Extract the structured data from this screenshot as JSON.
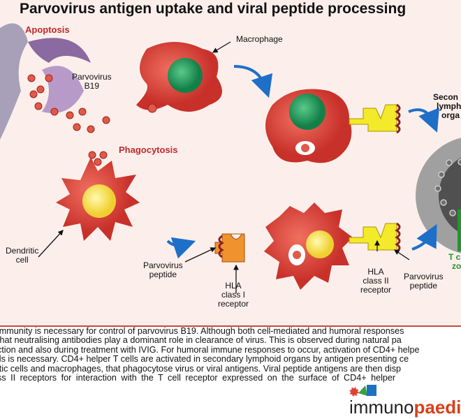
{
  "title": "Parvovirus antigen uptake and viral peptide processing",
  "labels": {
    "apoptosis": "Apoptosis",
    "parvovirus_b19": [
      "Parvovirus",
      "B19"
    ],
    "macrophage": "Macrophage",
    "phagocytosis": "Phagocytosis",
    "dendritic_cell": [
      "Dendritic",
      "cell"
    ],
    "peptide_left": [
      "Parvovirus",
      "peptide"
    ],
    "hla1": [
      "HLA",
      "class I",
      "receptor"
    ],
    "hla2": [
      "HLA",
      "class II",
      "receptor"
    ],
    "peptide_right": [
      "Parvovirus",
      "peptide"
    ],
    "lymphoid": [
      "Secon",
      "lymph",
      "orga"
    ],
    "tcell_zone": [
      "T c",
      "zo"
    ]
  },
  "description": [
    "immunity is necessary for control of parvovirus B19. Although both cell-mediated and humoral responses",
    "that neutralising antibodies play a dominant role in clearance of virus. This is observed during natural pa",
    "ction and also during treatment with IVIG. For humoral immune responses to occur, activation of CD4+ helpe",
    "lls is necessary. CD4+ helper T cells are activated in secondary lymphoid organs by antigen presenting ce",
    "itic cells and macrophages, that phagocytose virus or viral antigens. Viral peptide antigens are then disp",
    "ss II receptors for interaction with the T cell receptor expressed on the surface of CD4+ helper"
  ],
  "logo": {
    "part1": "immuno",
    "part2": "paedic"
  },
  "colors": {
    "background": "#fcefeb",
    "cell": "#d8433a",
    "nucleus_macrophage": "#1f9b5a",
    "nucleus_dendritic": "#f5e04a",
    "receptor_class1": "#f0932e",
    "receptor_class2": "#f2ea2a",
    "arrow": "#1e6fc8",
    "tcell_zone": "#1b9a2a"
  }
}
